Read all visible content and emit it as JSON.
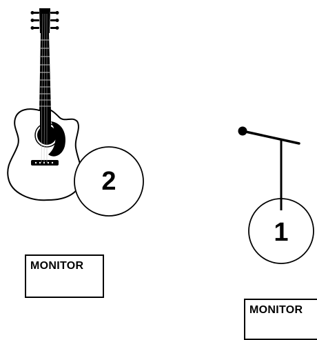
{
  "stage_plot": {
    "positions": [
      {
        "number": "2",
        "instrument": "guitar-icon"
      },
      {
        "number": "1",
        "instrument": "mic-stand-icon"
      }
    ],
    "monitors": [
      {
        "label": "MONITOR"
      },
      {
        "label": "MONITOR"
      }
    ]
  },
  "colors": {
    "ink": "#000000",
    "background": "#ffffff"
  }
}
